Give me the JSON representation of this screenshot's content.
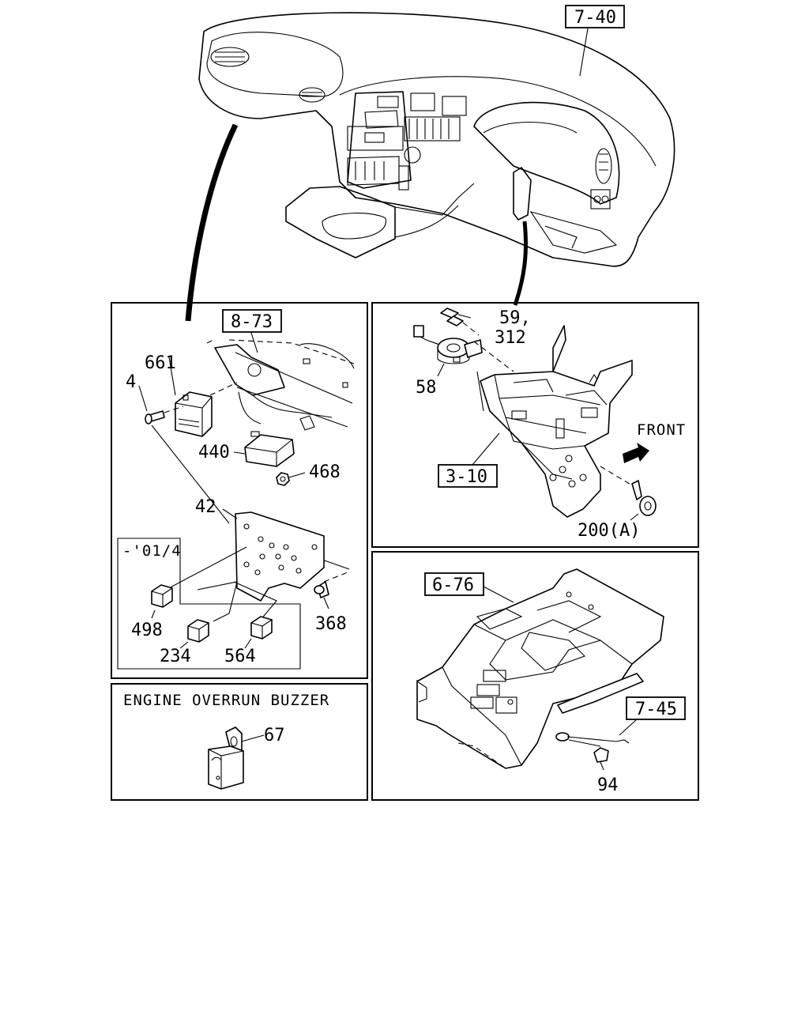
{
  "dashboard": {
    "ref_label": "7-40"
  },
  "relay_panel": {
    "ref_label": "8-73",
    "callouts": {
      "c661": "661",
      "c4": "4",
      "c440": "440",
      "c468": "468",
      "c42": "42",
      "c368": "368",
      "c498": "498",
      "c234": "234",
      "c564": "564"
    },
    "inset_label": "-'01/4"
  },
  "bracket_panel": {
    "ref_label": "3-10",
    "callouts": {
      "c59": "59,",
      "c312": "312",
      "c58": "58",
      "c200": "200(A)"
    },
    "front_label": "FRONT"
  },
  "buzzer_panel": {
    "title": "ENGINE OVERRUN BUZZER",
    "callouts": {
      "c67": "67"
    }
  },
  "console_panel": {
    "ref_label": "6-76",
    "ref_label_2": "7-45",
    "callouts": {
      "c94": "94"
    }
  }
}
